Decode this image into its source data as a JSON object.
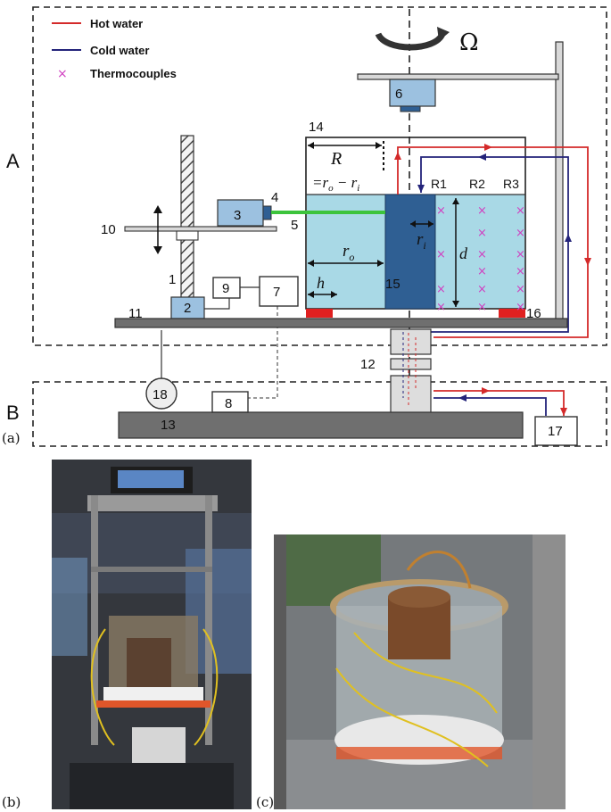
{
  "legend": {
    "hot": {
      "label": "Hot water",
      "color": "#d42a2a"
    },
    "cold": {
      "label": "Cold water",
      "color": "#23237a"
    },
    "thermo": {
      "label": "Thermocouples",
      "marker": "×",
      "color": "#d040c0"
    }
  },
  "symbols": {
    "omega": "Ω",
    "R": "R",
    "R_eq": "=r",
    "R_eq_o": "o",
    "R_eq_minus": " − r",
    "R_eq_i": "i",
    "r_o": "r",
    "r_o_sub": "o",
    "r_i": "r",
    "r_i_sub": "i",
    "d": "d",
    "h": "h"
  },
  "regions": {
    "A": "A",
    "B": "B"
  },
  "columns": [
    "R1",
    "R2",
    "R3"
  ],
  "parts": [
    "1",
    "2",
    "3",
    "4",
    "5",
    "6",
    "7",
    "8",
    "9",
    "10",
    "11",
    "12",
    "13",
    "14",
    "15",
    "16",
    "17",
    "18"
  ],
  "panels": {
    "a": "(a)",
    "b": "(b)",
    "c": "(c)"
  },
  "colors": {
    "water": "#a9d9e6",
    "core": "#2f5f93",
    "component": "#9cc1e0",
    "base": "#6f6f6f",
    "heater": "#e02020",
    "laser": "#3cc43c"
  }
}
